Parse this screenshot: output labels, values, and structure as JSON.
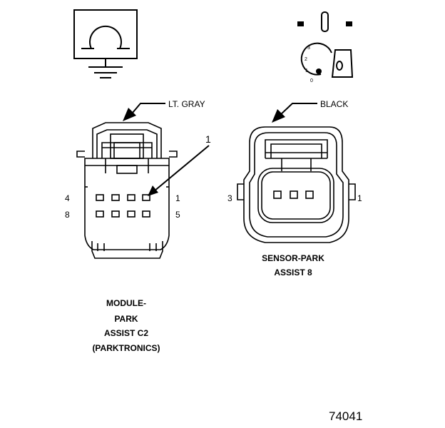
{
  "callouts": {
    "left_color": "LT. GRAY",
    "right_color": "BLACK",
    "pin_ref": "1"
  },
  "key_symbol": {
    "positions": [
      "3",
      "2",
      "1",
      "0"
    ]
  },
  "left_connector": {
    "pin_labels": {
      "top_left": "4",
      "top_right": "1",
      "bottom_left": "8",
      "bottom_right": "5"
    },
    "caption_lines": [
      "MODULE-",
      "PARK",
      "ASSIST C2",
      "(PARKTRONICS)"
    ]
  },
  "right_connector": {
    "pin_labels": {
      "left": "3",
      "right": "1"
    },
    "caption_lines": [
      "SENSOR-PARK",
      "ASSIST 8"
    ]
  },
  "figure_number": "74041"
}
